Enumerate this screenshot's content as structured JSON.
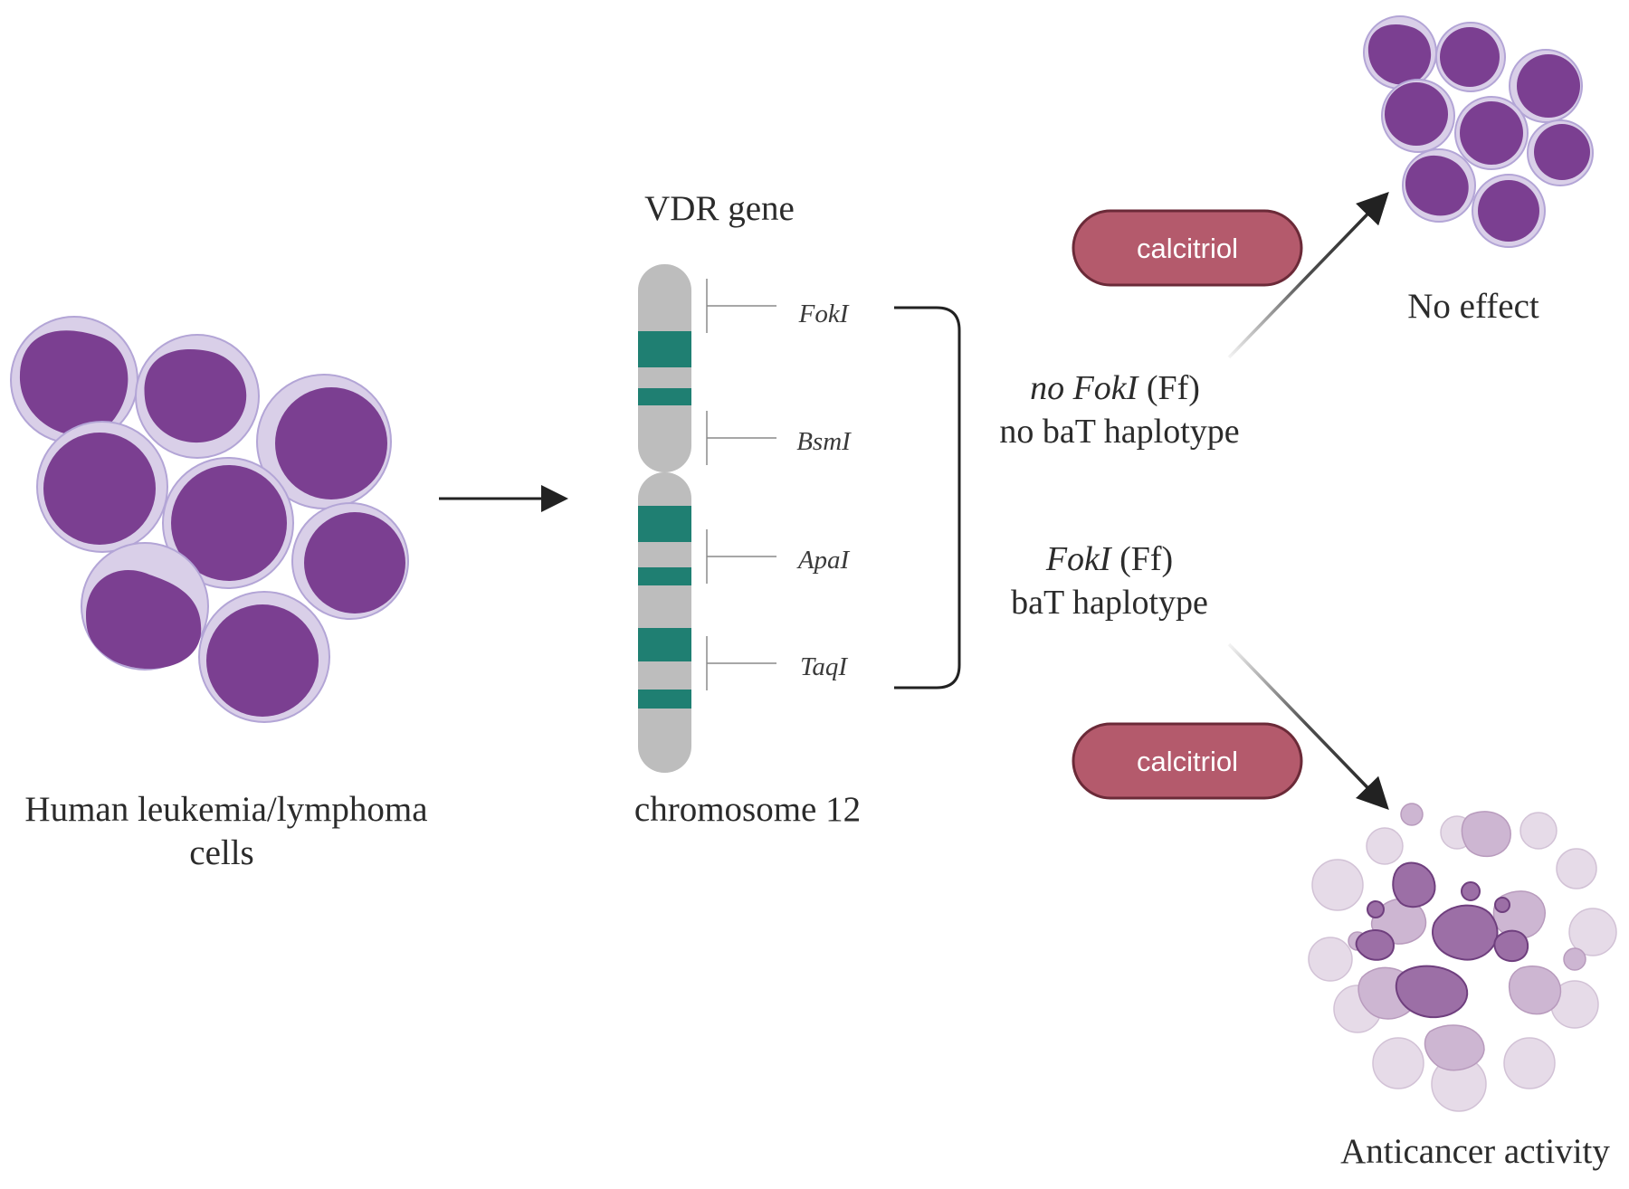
{
  "labels": {
    "cells": [
      "Human leukemia/lymphoma",
      "cells"
    ],
    "gene": "VDR gene",
    "chromosome": "chromosome 12",
    "sites": [
      "FokI",
      "BsmI",
      "ApaI",
      "TaqI"
    ],
    "no_effect": "No effect",
    "anticancer": "Anticancer activity"
  },
  "conditions": {
    "upper": {
      "italic": "no FokI",
      "suffix": "(Ff)",
      "line2": "no baT haplotype"
    },
    "lower": {
      "italic": "FokI",
      "suffix": "(Ff)",
      "line2": "baT haplotype"
    }
  },
  "treatment": {
    "upper": "calcitriol",
    "lower": "calcitriol"
  },
  "icons": [
    "leukemia-cell-cluster-icon",
    "chromosome-icon",
    "intact-cell-cluster-icon",
    "apoptotic-cells-icon"
  ],
  "colors": {
    "cell_nucleus": "#7b3f91",
    "cell_cytoplasm": "#d9cfe8",
    "chromosome": "#bdbdbd",
    "chromosome_band": "#1f7f72",
    "pill_fill": "#b45a6c",
    "pill_stroke": "#6b2a38",
    "apoptotic": "#b89bbd"
  }
}
